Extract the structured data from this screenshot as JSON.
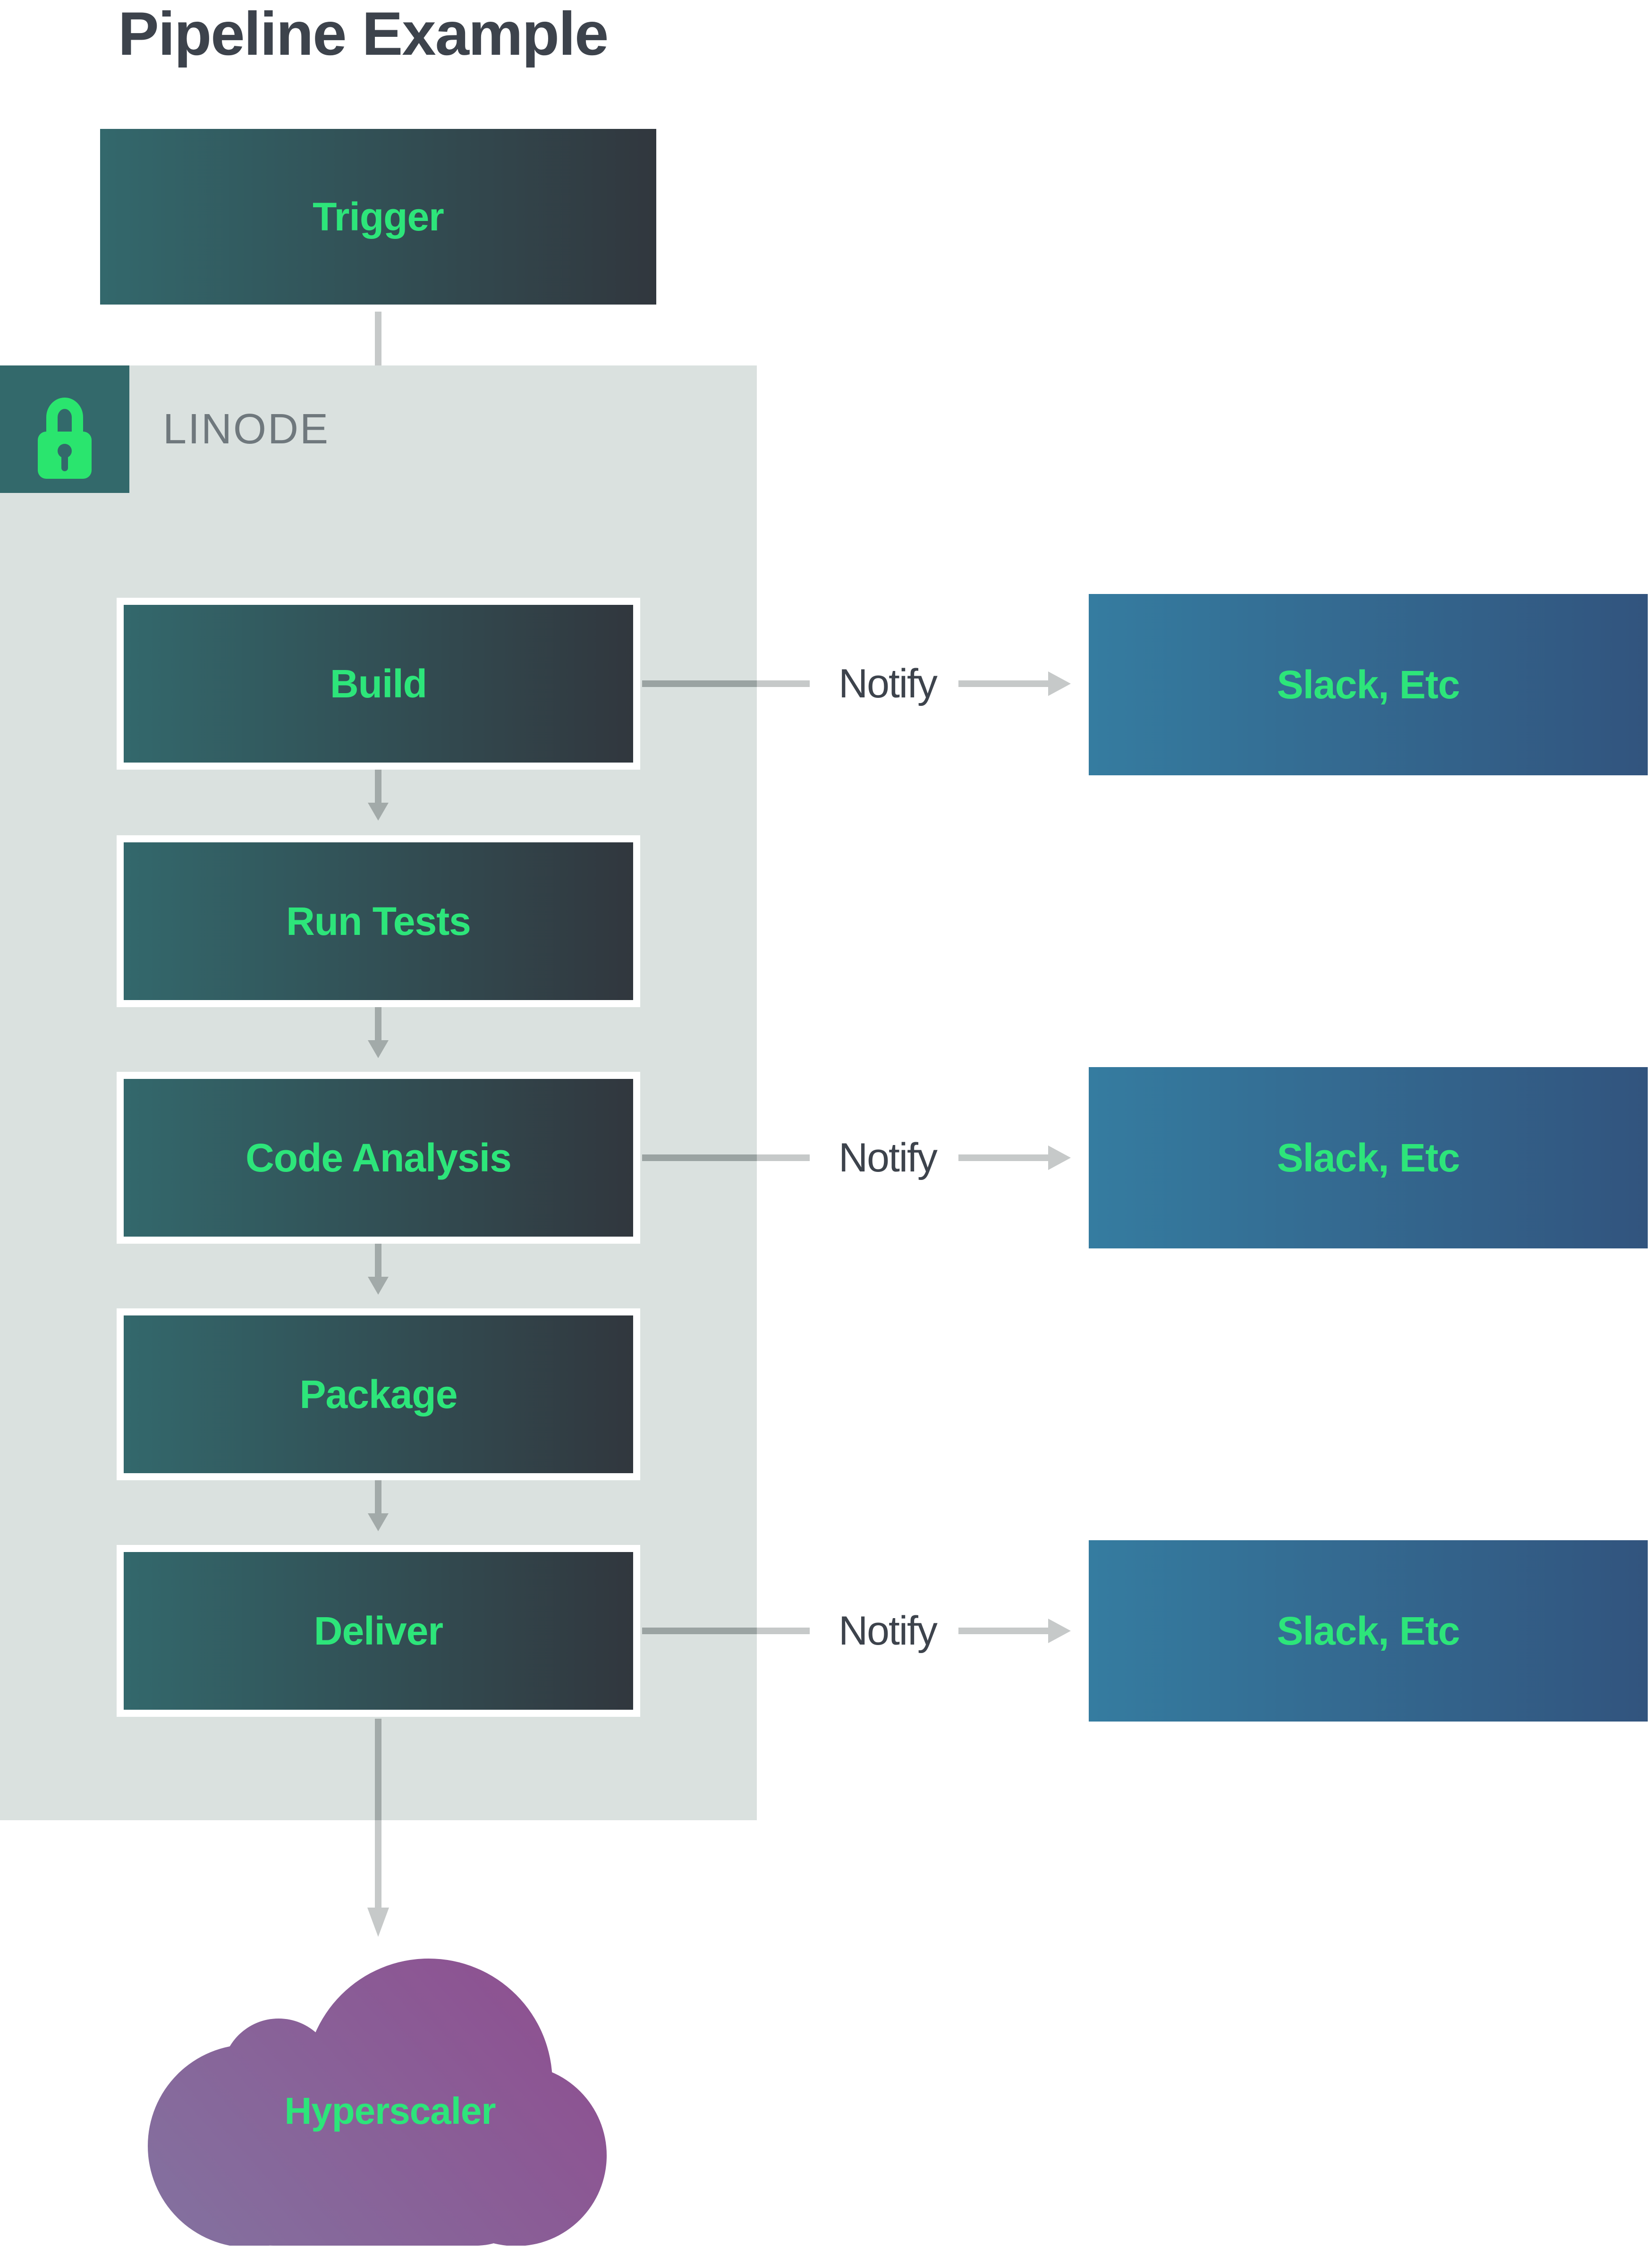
{
  "title": "Pipeline Example",
  "linode": {
    "label": "LINODE",
    "icon": "lock-icon"
  },
  "trigger": {
    "label": "Trigger"
  },
  "stages": [
    {
      "label": "Build",
      "notify": {
        "label": "Notify",
        "target": "Slack, Etc"
      }
    },
    {
      "label": "Run Tests"
    },
    {
      "label": "Code Analysis",
      "notify": {
        "label": "Notify",
        "target": "Slack, Etc"
      }
    },
    {
      "label": "Package"
    },
    {
      "label": "Deliver",
      "notify": {
        "label": "Notify",
        "target": "Slack, Etc"
      }
    }
  ],
  "cloud": {
    "label": "Hyperscaler"
  },
  "colors": {
    "stage_gradient_start": "#33686c",
    "stage_gradient_end": "#31373e",
    "target_gradient_start": "#357ca0",
    "target_gradient_end": "#32547e",
    "label_green": "#2de57a",
    "panel_bg": "#dae1df",
    "badge_bg": "#33696b",
    "heading_text": "#3d434c",
    "linode_text": "#6f787d",
    "arrow_on_panel": "#a2aaa9",
    "arrow_on_white": "#c6c9c9",
    "cloud_gradient_start": "#8d5392",
    "cloud_gradient_end": "#846f9e"
  }
}
